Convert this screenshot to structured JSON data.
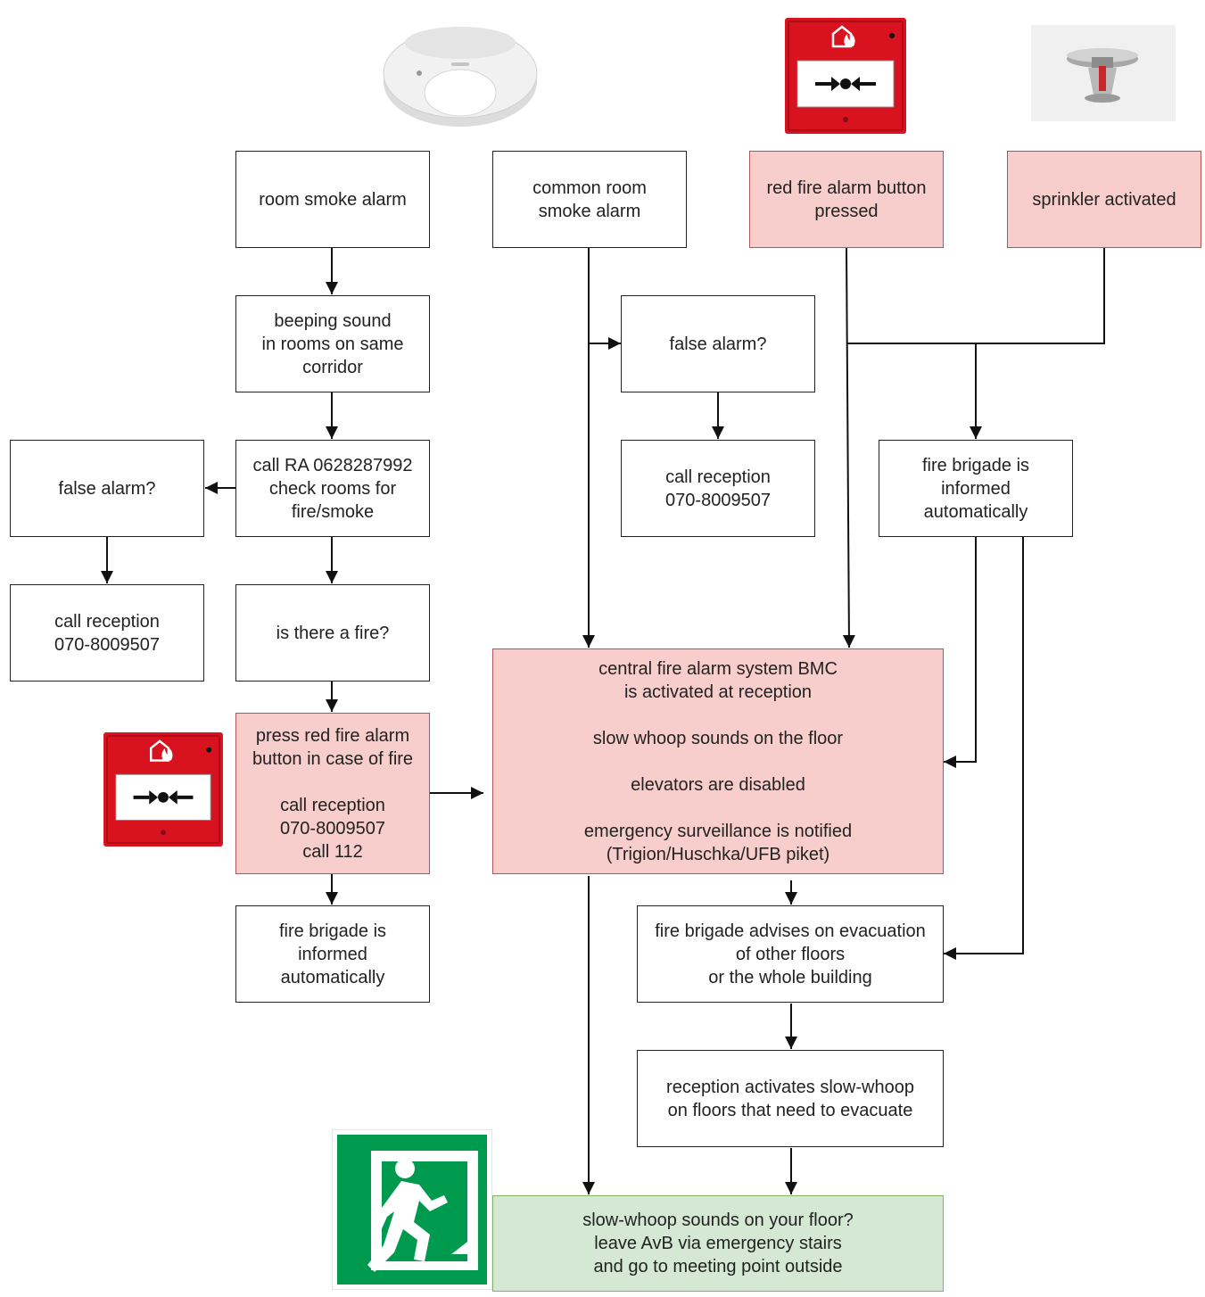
{
  "colors": {
    "alert_fill": "#f8cecc",
    "alert_stroke": "#b85450",
    "safe_fill": "#d5e8d4",
    "safe_stroke": "#82b366",
    "line": "#111111",
    "device_red": "#d8121f",
    "exit_green": "#009a4e"
  },
  "icons": {
    "smoke_detector": "smoke-detector-icon",
    "call_point": "fire-alarm-call-point-icon",
    "sprinkler": "sprinkler-head-icon",
    "exit_sign": "emergency-exit-sign-icon"
  },
  "nodes": {
    "room_smoke_alarm": "room smoke alarm",
    "common_room_smoke_alarm": "common room\nsmoke alarm",
    "red_button_pressed": "red fire alarm button\npressed",
    "sprinkler_activated": "sprinkler activated",
    "beeping_sound": "beeping sound\nin rooms on same\ncorridor",
    "false_alarm_common": "false alarm?",
    "call_ra": "call RA 0628287992\ncheck rooms for\nfire/smoke",
    "call_reception_common": "call reception\n070-8009507",
    "brigade_informed_right": "fire brigade is\ninformed\nautomatically",
    "false_alarm_left": "false alarm?",
    "call_reception_left": "call reception\n070-8009507",
    "is_there_fire": "is there a fire?",
    "central_system": "central fire alarm system BMC\nis activated at reception\n\nslow whoop sounds on the floor\n\nelevators are disabled\n\nemergency surveillance is notified\n(Trigion/Huschka/UFB piket)",
    "press_red_button": "press red fire alarm\nbutton in case of fire\n\ncall reception\n070-8009507\ncall 112",
    "brigade_informed_left": "fire brigade is\ninformed\nautomatically",
    "brigade_advises": "fire brigade advises on evacuation\nof other floors\nor the whole building",
    "reception_activates": "reception activates slow-whoop\non floors that need to evacuate",
    "evacuate": "slow-whoop sounds on your floor?\nleave AvB via emergency stairs\nand go to meeting point outside"
  }
}
